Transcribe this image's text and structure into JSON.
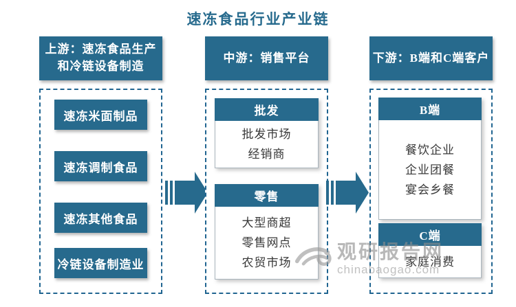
{
  "title": "速冻食品行业产业链",
  "upstream": {
    "header_line1": "上游：速冻食品生产",
    "header_line2": "和冷链设备制造",
    "items": [
      "速冻米面制品",
      "速冻调制食品",
      "速冻其他食品",
      "冷链设备制造业"
    ]
  },
  "midstream": {
    "header": "中游：销售平台",
    "groups": [
      {
        "title": "批发",
        "items": [
          "批发市场",
          "经销商"
        ]
      },
      {
        "title": "零售",
        "items": [
          "大型商超",
          "零售网点",
          "农贸市场"
        ]
      }
    ]
  },
  "downstream": {
    "header": "下游：B端和C端客户",
    "groups": [
      {
        "title": "B端",
        "items": [
          "餐饮企业",
          "企业团餐",
          "宴会乡餐"
        ]
      },
      {
        "title": "C端",
        "items": [
          "家庭消费"
        ]
      }
    ]
  },
  "watermark": {
    "name": "观研报告网",
    "domain": "chinabaogao.com"
  },
  "colors": {
    "teal": "#276a8d",
    "dash_border": "#1f6490",
    "title": "#266a8d",
    "watermark_gray": "#8e8e8e"
  }
}
